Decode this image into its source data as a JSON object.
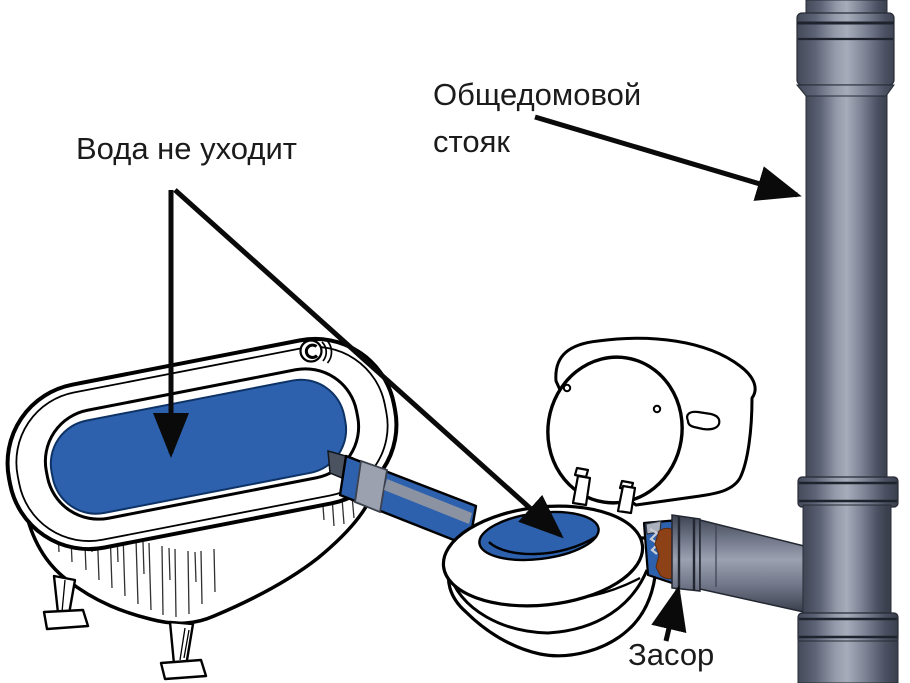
{
  "diagram": {
    "background": "#ffffff",
    "labels": {
      "water_not_draining": "Вода не уходит",
      "riser": "Общедомовой стояк",
      "clog": "Засор"
    },
    "colors": {
      "water_blue": "#2d61ad",
      "water_edge": "#0d3266",
      "pipe_highlight": "#a6acba",
      "pipe_mid": "#7d8495",
      "pipe_dark": "#434958",
      "pipe_edge": "#232731",
      "coupling_gray": "#9ba1ae",
      "clog_brown": "#8c4117",
      "ink": "#0a0a0a"
    }
  }
}
